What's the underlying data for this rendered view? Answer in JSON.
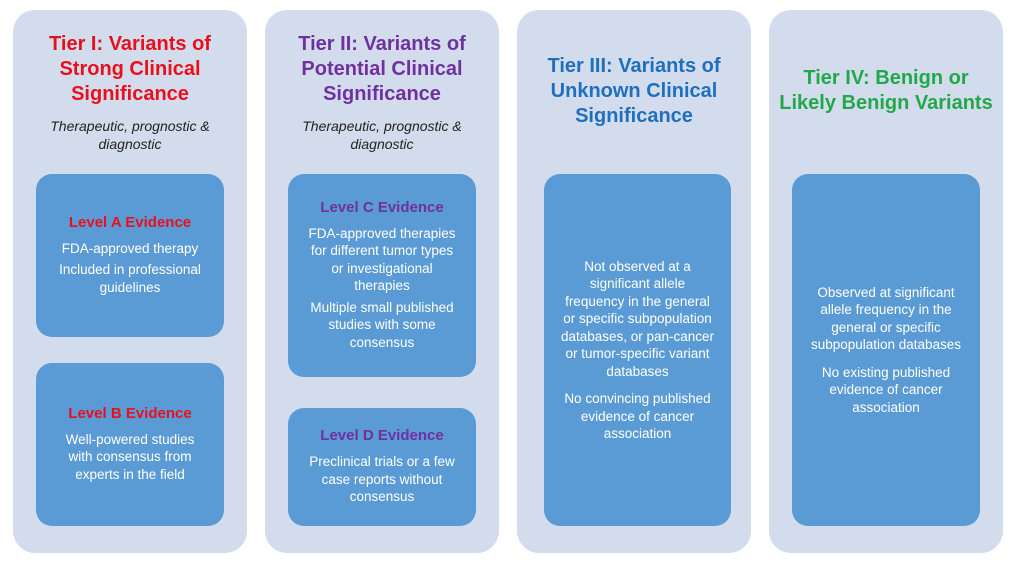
{
  "colors": {
    "tier_bg": "#d3dcec",
    "box_bg": "#5b9bd5",
    "tier1": "#e8101c",
    "tier2": "#7030a0",
    "tier3": "#1f6fbf",
    "tier4": "#22a84a"
  },
  "tiers": [
    {
      "title": "Tier I: Variants of\nStrong Clinical\nSignificance",
      "subtitle": "Therapeutic, prognostic &\ndiagnostic",
      "boxes": [
        {
          "heading": "Level A Evidence",
          "lines": [
            "FDA-approved therapy",
            "Included in professional\nguidelines"
          ]
        },
        {
          "heading": "Level B Evidence",
          "lines": [
            "Well-powered studies\nwith consensus from\nexperts in the field"
          ]
        }
      ]
    },
    {
      "title": "Tier II: Variants of\nPotential Clinical\nSignificance",
      "subtitle": "Therapeutic, prognostic &\ndiagnostic",
      "boxes": [
        {
          "heading": "Level C Evidence",
          "lines": [
            "FDA-approved therapies\nfor different tumor types\nor investigational\ntherapies",
            "Multiple small published\nstudies with some\nconsensus"
          ]
        },
        {
          "heading": "Level D Evidence",
          "lines": [
            "Preclinical trials or a few\ncase reports without\nconsensus"
          ]
        }
      ]
    },
    {
      "title": "Tier III: Variants of\nUnknown Clinical\nSignificance",
      "boxes": [
        {
          "lines": [
            "Not observed at a\nsignificant allele\nfrequency in the general\nor specific subpopulation\ndatabases, or pan-cancer\nor tumor-specific variant\ndatabases",
            "No convincing published\nevidence of cancer\nassociation"
          ]
        }
      ]
    },
    {
      "title": "Tier IV: Benign or\nLikely Benign Variants",
      "boxes": [
        {
          "lines": [
            "Observed at significant\nallele frequency in the\ngeneral or specific\nsubpopulation databases",
            "No existing published\nevidence of cancer\nassociation"
          ]
        }
      ]
    }
  ]
}
